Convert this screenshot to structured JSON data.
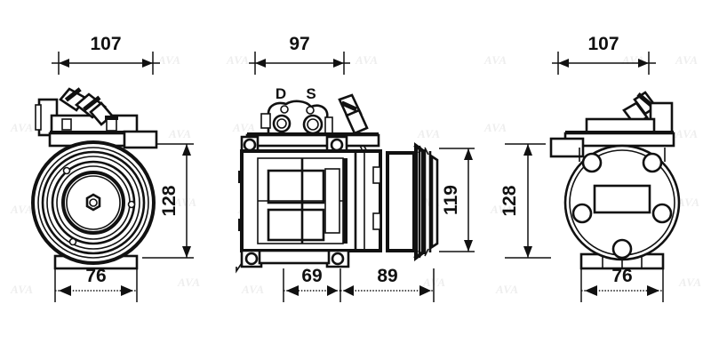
{
  "drawing": {
    "title": "AC Compressor Dimensional Drawing",
    "background_color": "#ffffff",
    "line_color": "#111111",
    "watermark_color": "#eeeeee",
    "watermark_text": "AVA"
  },
  "views": [
    {
      "id": "left-view",
      "name": "front-pulley-view",
      "top_dimension": "107",
      "vertical_dimension": "128",
      "bottom_dimension": "76"
    },
    {
      "id": "middle-view",
      "name": "side-profile-view",
      "top_dimension": "97",
      "vertical_dimension": "119",
      "bottom_dimension_left": "69",
      "bottom_dimension_right": "89",
      "port_labels": [
        "D",
        "S"
      ]
    },
    {
      "id": "right-view",
      "name": "rear-mount-view",
      "top_dimension": "107",
      "vertical_dimension": "128",
      "bottom_dimension": "76"
    }
  ],
  "dimensions": {
    "top_left": "107",
    "top_middle": "97",
    "top_right": "107",
    "vert_left": "128",
    "vert_middle": "119",
    "vert_right": "128",
    "bottom_left": "76",
    "bottom_middle_a": "69",
    "bottom_middle_b": "89",
    "bottom_right": "76"
  },
  "labels": {
    "port_d": "D",
    "port_s": "S"
  },
  "watermarks": [
    "AVA",
    "AVA",
    "AVA",
    "AVA",
    "AVA",
    "AVA",
    "AVA",
    "AVA",
    "AVA",
    "AVA",
    "AVA",
    "AVA",
    "AVA",
    "AVA",
    "AVA",
    "AVA",
    "AVA",
    "AVA",
    "AVA",
    "AVA",
    "AVA",
    "AVA",
    "AVA",
    "AVA"
  ]
}
